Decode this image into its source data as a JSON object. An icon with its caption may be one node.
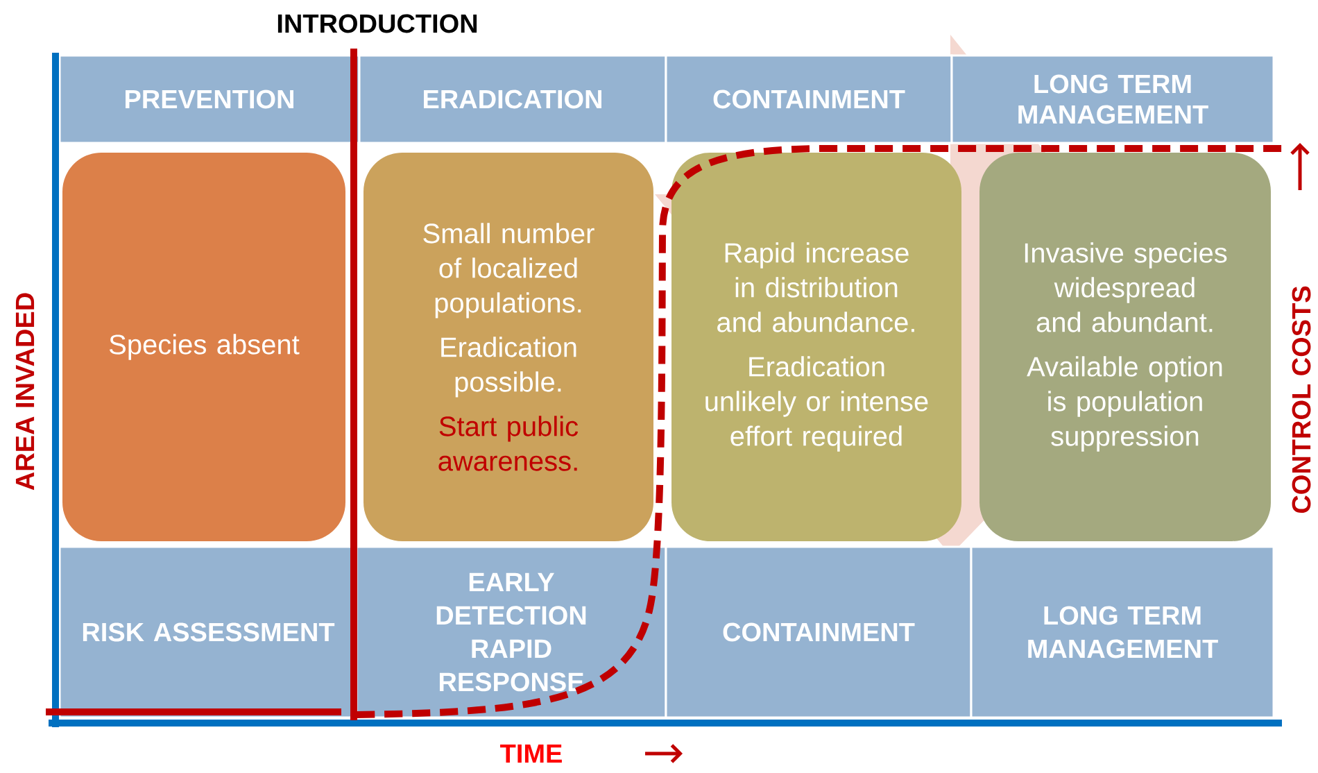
{
  "diagram": {
    "nodes": [
      {
        "text": [
          "PREVENTION"
        ]
      },
      {
        "text": [
          "ERADICATION"
        ]
      },
      {
        "text": [
          "CONTAINMENT"
        ]
      },
      {
        "text": [
          "LONG TERM MANAGEMENT"
        ]
      },
      {
        "text": [
          "Species absent"
        ]
      },
      {
        "text": [
          "Small number of localized populations.",
          "Eradication possible.",
          "Start public awareness."
        ]
      },
      {
        "text": [
          "Rapid increase in distribution and abundance.",
          "Eradication unlikely or intense effort required"
        ]
      },
      {
        "text": [
          "Invasive species widespread and abundant.",
          "Available option is population suppression"
        ]
      },
      {
        "text": [
          "RISK ASSESSMENT"
        ]
      },
      {
        "text": [
          "EARLY DETECTION RAPID RESPONSE"
        ]
      },
      {
        "text": [
          "CONTAINMENT"
        ]
      },
      {
        "text": [
          "LONG TERM MANAGEMENT"
        ]
      }
    ],
    "labels": [
      "INTRODUCTION",
      "AREA INVADED",
      "CONTROL COSTS",
      "TIME"
    ]
  }
}
